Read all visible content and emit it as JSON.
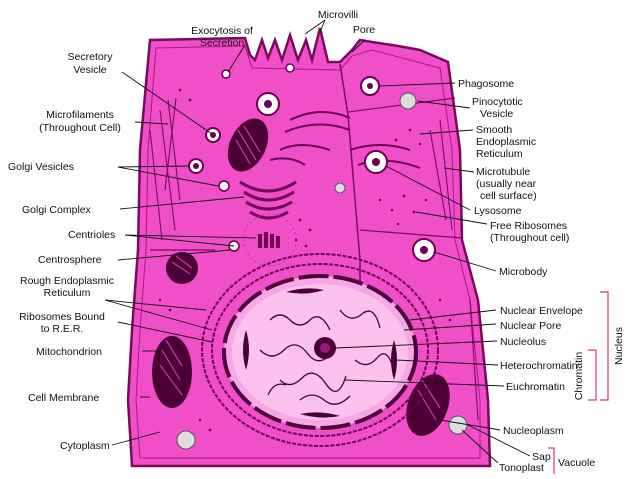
{
  "labels": {
    "exocytosis": [
      "Exocytosis of",
      "Secretion"
    ],
    "microvilli": "Microvilli",
    "pore_top": "Pore",
    "secretory_vesicle": [
      "Secretory",
      "Vesicle"
    ],
    "microfilaments": [
      "Microfilaments",
      "(Throughout Cell)"
    ],
    "golgi_vesicles": "Golgi Vesicles",
    "golgi_complex": "Golgi Complex",
    "centrioles": "Centrioles",
    "centrosphere": "Centrosphere",
    "rough_er": [
      "Rough Endoplasmic",
      "Reticulum"
    ],
    "ribosomes_bound": [
      "Ribosomes Bound",
      "to R.E.R."
    ],
    "mitochondrion": "Mitochondrion",
    "cell_membrane": "Cell Membrane",
    "cytoplasm": "Cytoplasm",
    "phagosome": "Phagosome",
    "pinocytotic_vesicle": [
      "Pinocytotic",
      "Vesicle"
    ],
    "smooth_er": [
      "Smooth",
      "Endoplasmic",
      "Reticulum"
    ],
    "microtubule": [
      "Microtubule",
      "(usually near",
      "cell surface)"
    ],
    "lysosome": "Lysosome",
    "free_ribosomes": [
      "Free Ribosomes",
      "(Throughout cell)"
    ],
    "microbody": "Microbody",
    "nuclear_envelope": "Nuclear Envelope",
    "nuclear_pore": "Nuclear Pore",
    "nucleolus": "Nucleolus",
    "heterochromatin": "Heterochromatin",
    "euchromatin": "Euchromatin",
    "nucleoplasm": "Nucleoplasm",
    "sap": "Sap",
    "tonoplast": "Tonoplast",
    "nucleus": "Nucleus",
    "chromatin": "Chromatin",
    "vacuole": "Vacuole"
  },
  "colors": {
    "cytoplasm": "#f04fc8",
    "cytoplasm_dark": "#d02aa8",
    "membrane": "#7a0a5c",
    "bracket": "#e0308c",
    "label_text": "#111111"
  }
}
